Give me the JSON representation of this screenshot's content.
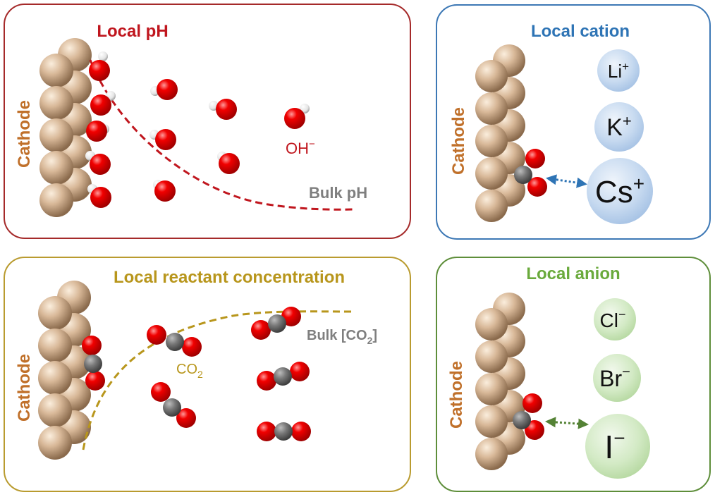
{
  "panels": {
    "ph": {
      "title": "Local pH",
      "electrode": "Cathode",
      "ion_label": "OH",
      "ion_charge": "−",
      "bulk_label": "Bulk pH"
    },
    "cation": {
      "title": "Local cation",
      "electrode": "Cathode",
      "ions": [
        {
          "symbol": "Li",
          "charge": "+"
        },
        {
          "symbol": "K",
          "charge": "+"
        },
        {
          "symbol": "Cs",
          "charge": "+"
        }
      ]
    },
    "reactant": {
      "title": "Local reactant concentration",
      "electrode": "Cathode",
      "molecule_label": "CO",
      "molecule_sub": "2",
      "bulk_prefix": "Bulk [CO",
      "bulk_sub": "2",
      "bulk_suffix": "]"
    },
    "anion": {
      "title": "Local anion",
      "electrode": "Cathode",
      "ions": [
        {
          "symbol": "Cl",
          "charge": "−"
        },
        {
          "symbol": "Br",
          "charge": "−"
        },
        {
          "symbol": "I",
          "charge": "−"
        }
      ]
    }
  },
  "colors": {
    "ph": "#c0161e",
    "cation": "#2e74b5",
    "reactant": "#b8961c",
    "anion": "#6aaa3c",
    "electrode_text": "#c0702a",
    "bulk_text": "#7f7f7f",
    "oxygen": "#e30000",
    "carbon": "#6f6f6f"
  }
}
